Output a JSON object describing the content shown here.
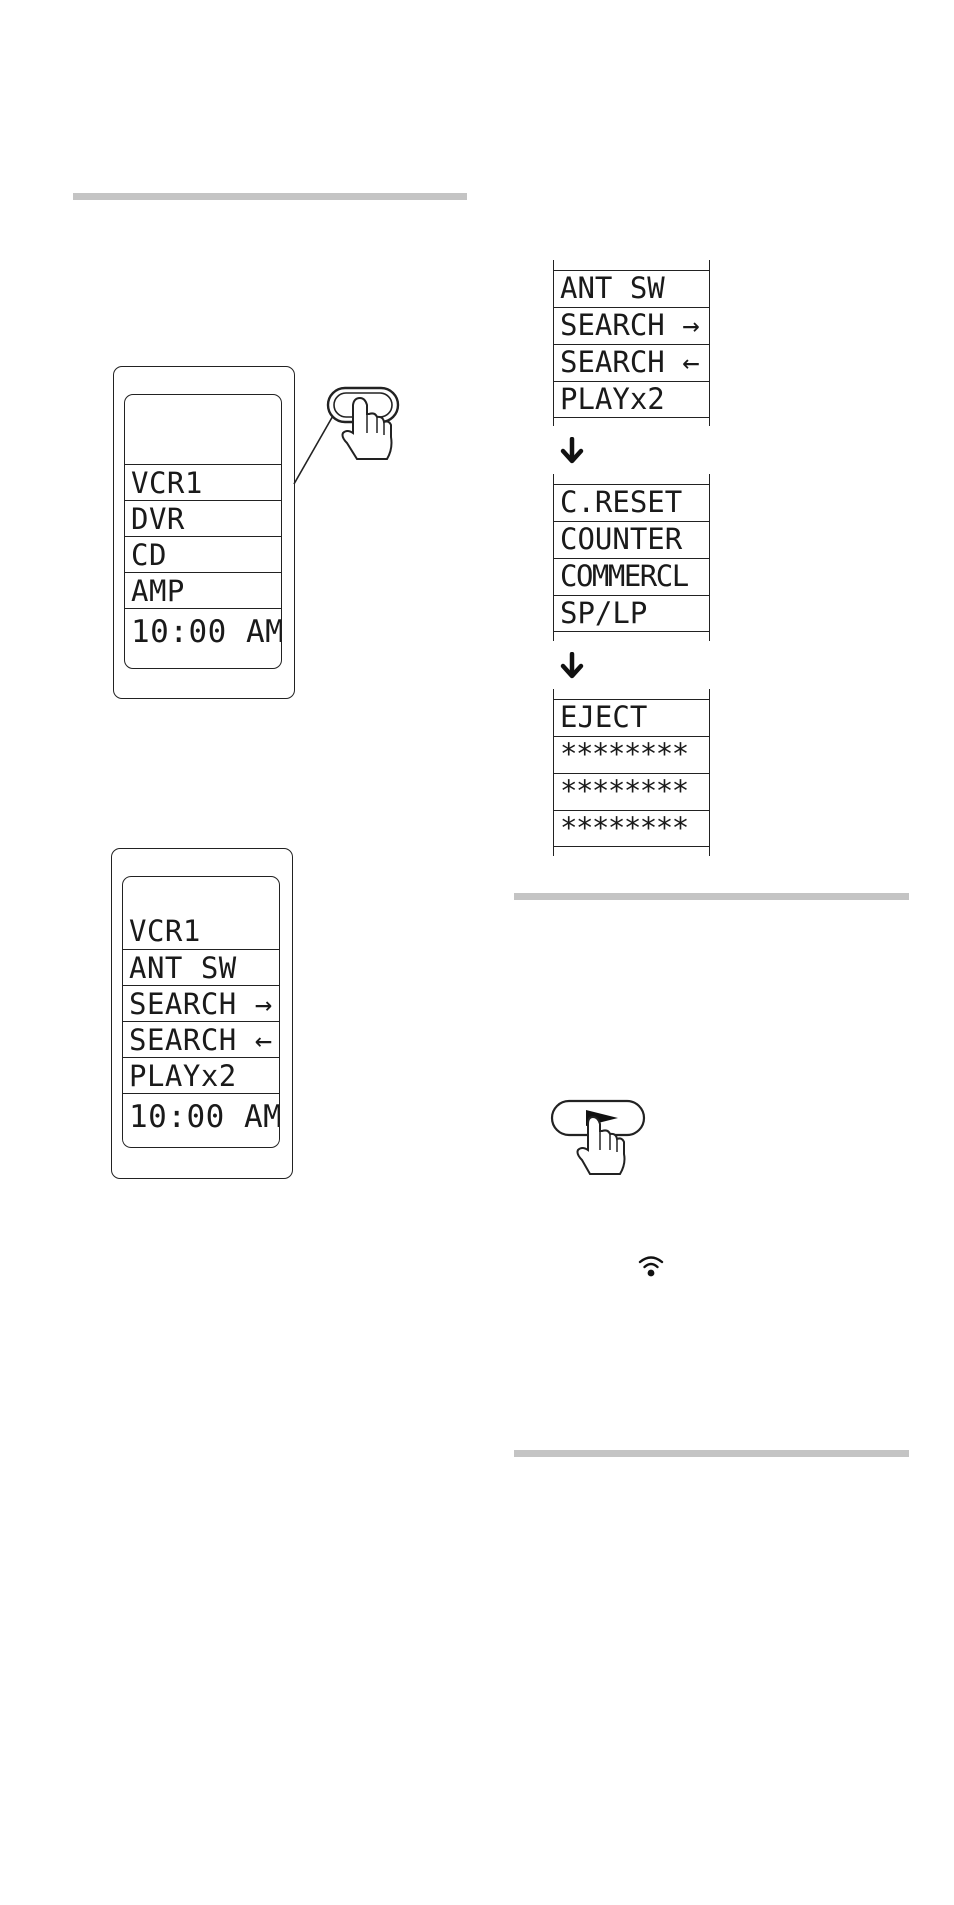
{
  "rules": [
    "top-left-rule",
    "mid-right-rule",
    "lower-right-rule"
  ],
  "remote_a": {
    "screen_rows": [
      "VCR1",
      "DVR",
      "CD",
      "AMP"
    ],
    "clock": "10:00 AM"
  },
  "remote_b": {
    "screen_rows": [
      "VCR1",
      "ANT SW",
      "SEARCH →",
      "SEARCH ←",
      "PLAYx2"
    ],
    "clock": "10:00 AM"
  },
  "menu_page_1": [
    "ANT SW",
    "SEARCH →",
    "SEARCH ←",
    "PLAYx2"
  ],
  "menu_page_2": [
    "C.RESET",
    "COUNTER",
    "COMMERCL",
    "SP/LP"
  ],
  "menu_page_3": [
    "EJECT",
    "********",
    "********",
    "********"
  ],
  "icons": [
    "pressing-finger-icon",
    "down-arrow-icon",
    "play-button-icon",
    "transmit-signal-icon"
  ]
}
